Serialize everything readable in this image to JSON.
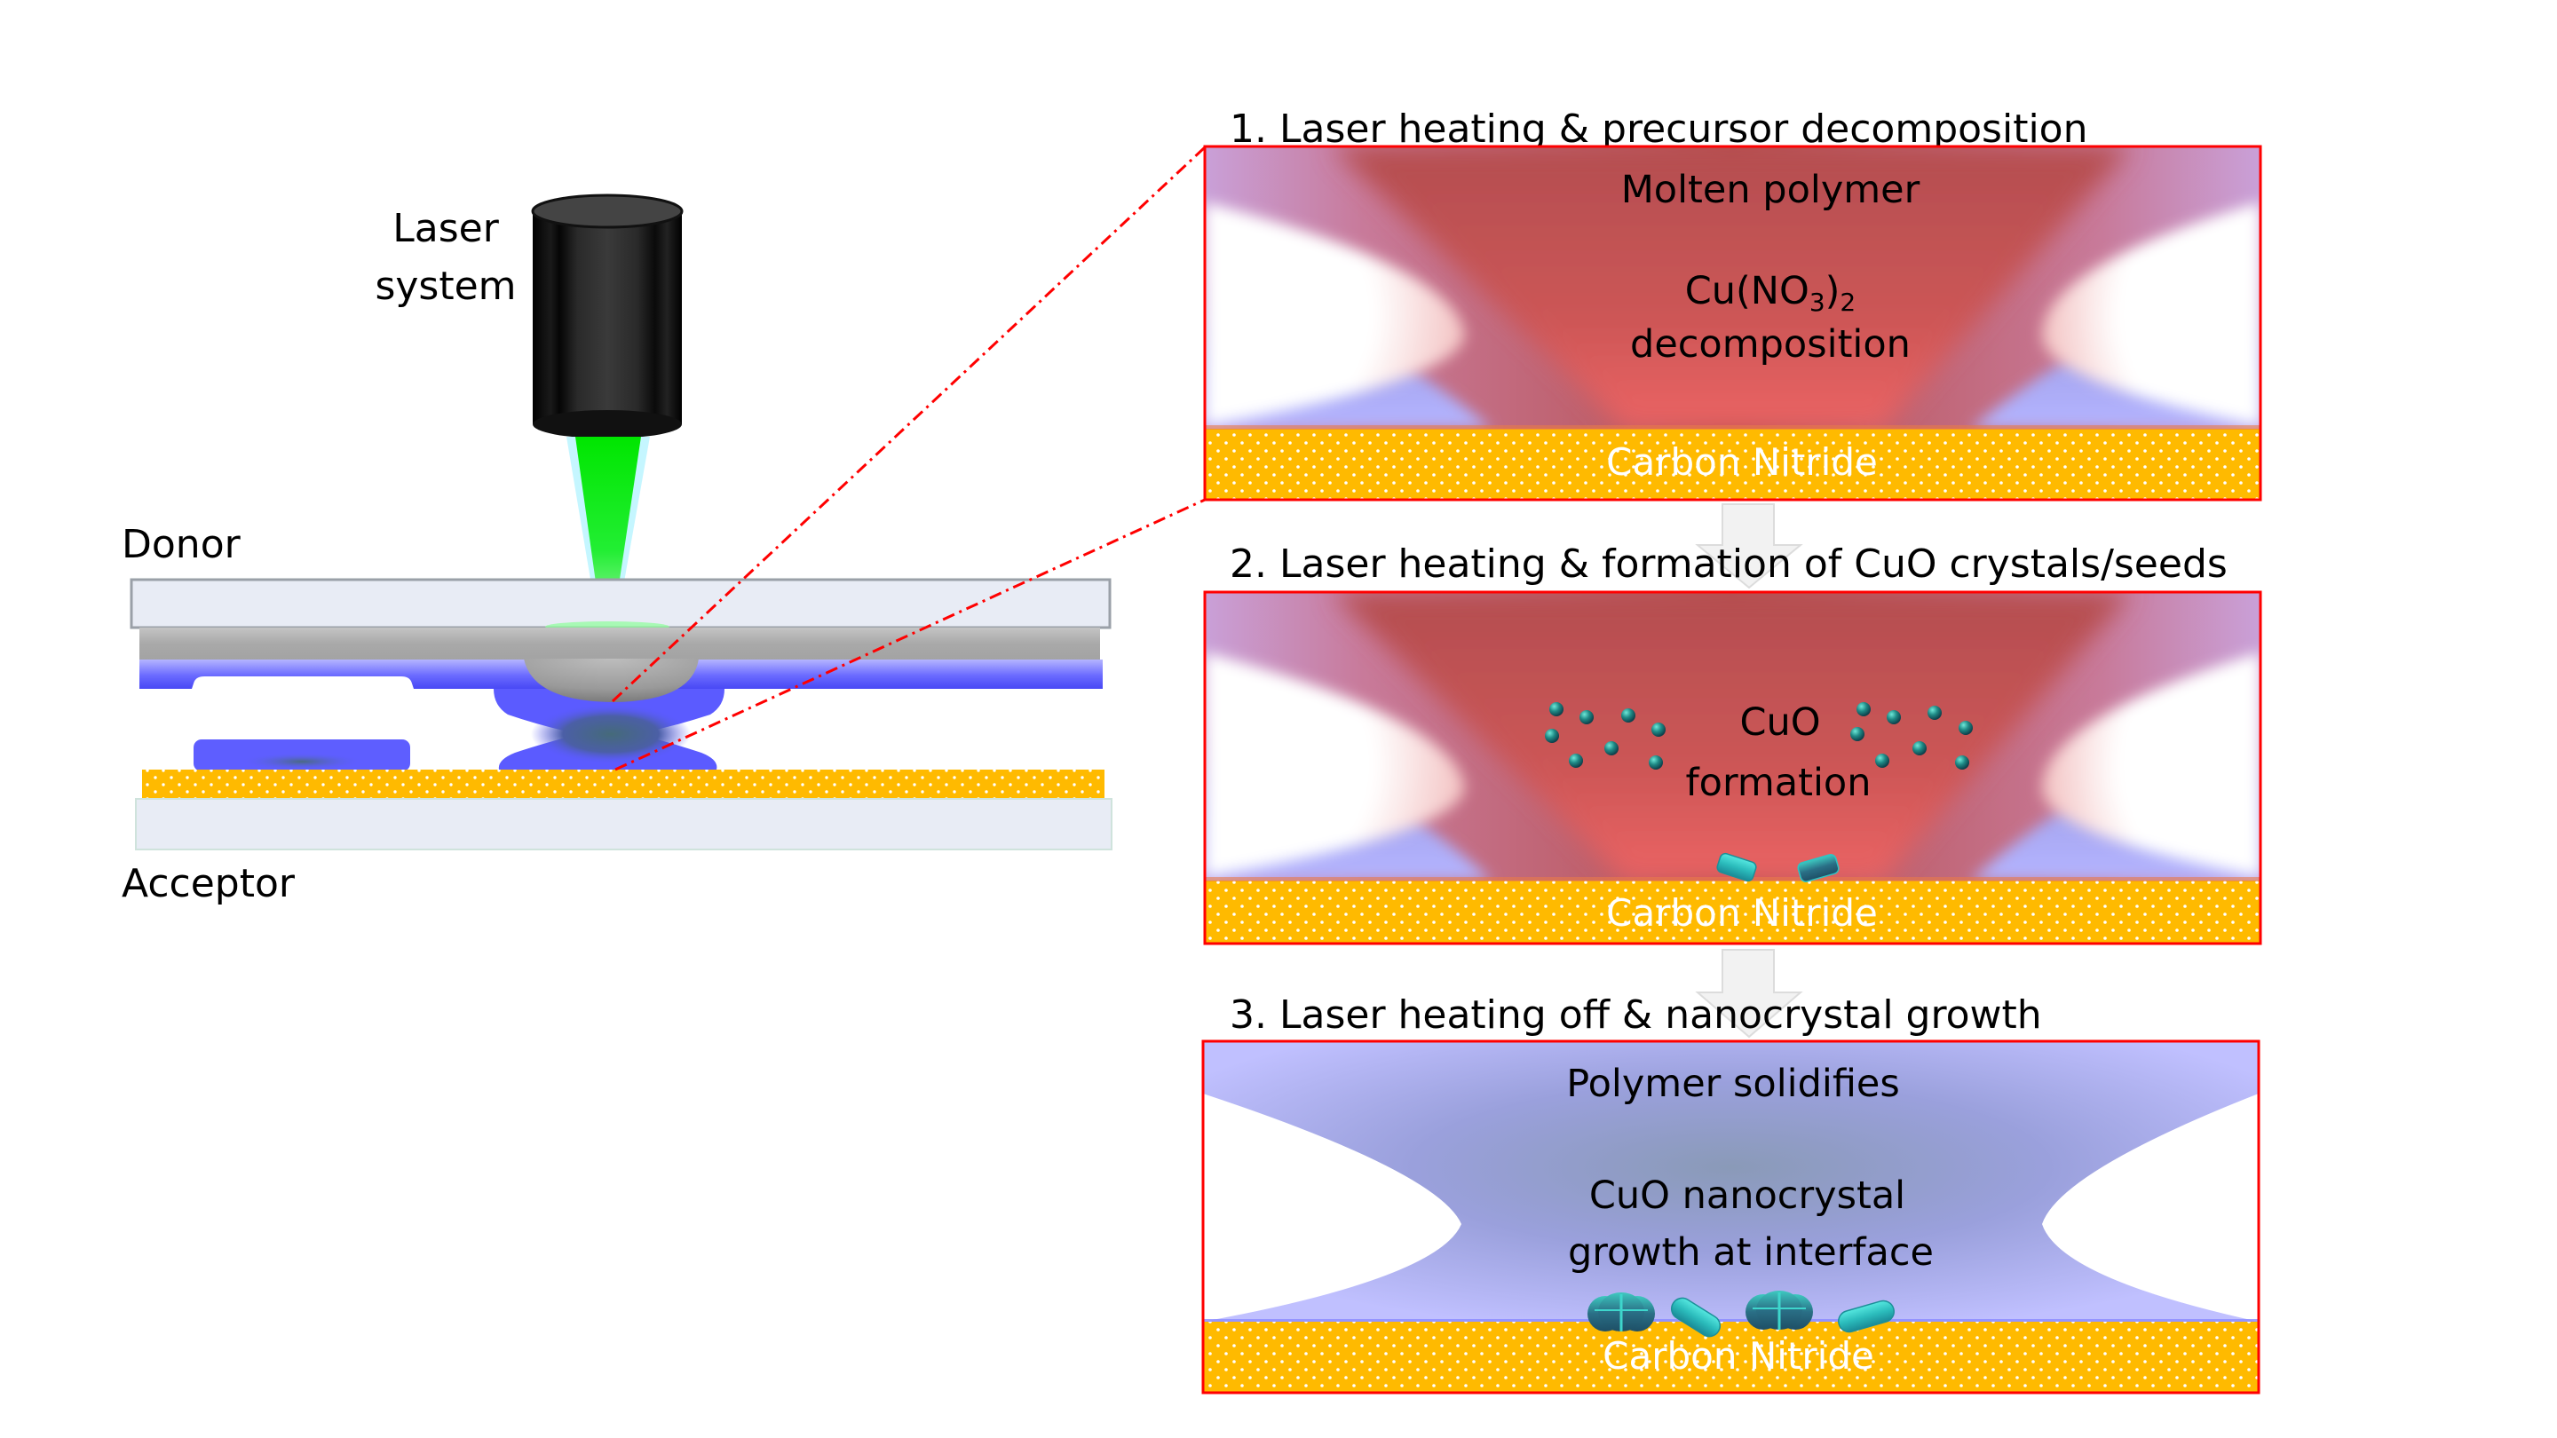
{
  "figure": {
    "left_diagram": {
      "laser_label_line1": "Laser",
      "laser_label_line2": "system",
      "donor_label": "Donor",
      "acceptor_label": "Acceptor"
    },
    "panels": [
      {
        "step": 1,
        "title": "1. Laser heating & precursor decomposition",
        "state": "heated",
        "text_lines": [
          "Molten polymer"
        ],
        "formula": {
          "base": "Cu(NO",
          "sub1": "3",
          "mid": ")",
          "sub2": "2"
        },
        "formula_caption": "decomposition",
        "substrate_label": "Carbon Nitride"
      },
      {
        "step": 2,
        "title": "2. Laser heating & formation of CuO crystals/seeds",
        "state": "heated",
        "text_lines": [
          "CuO",
          "formation"
        ],
        "substrate_label": "Carbon Nitride",
        "cuo_particle_count": 16,
        "seed_crystal_count": 2
      },
      {
        "step": 3,
        "title": "3. Laser heating off & nanocrystal growth",
        "state": "cooled",
        "text_lines": [
          "Polymer solidifies",
          "CuO nanocrystal",
          "growth at interface"
        ],
        "substrate_label": "Carbon Nitride",
        "nanocrystal_count": 4
      }
    ],
    "colors": {
      "panel_border": "#ff0000",
      "zoom_lines": "#ff0000",
      "carbon_nitride": "#ffb800",
      "polymer_blue": "#5b5bff",
      "molten_red": "#c0504d",
      "laser_green": "#00ff00",
      "glass": "#e8ecf5",
      "metal_gray": "#a8a8a8",
      "crystal_teal": "#2ec4c4"
    }
  }
}
